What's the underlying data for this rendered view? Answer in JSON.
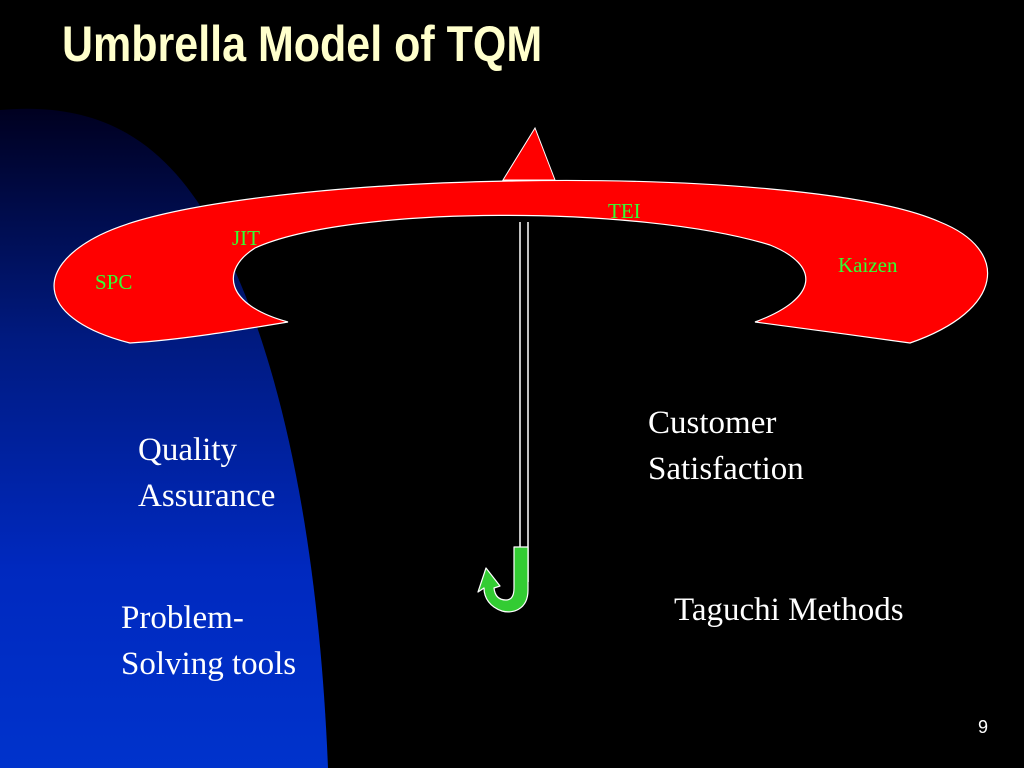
{
  "slide": {
    "title": "Umbrella Model of TQM",
    "page_number": "9"
  },
  "umbrella": {
    "labels": {
      "spc": "SPC",
      "jit": "JIT",
      "tei": "TEI",
      "kaizen": "Kaizen"
    }
  },
  "concepts": {
    "quality_assurance": [
      "Quality",
      "Assurance"
    ],
    "customer_satisfaction": [
      "Customer",
      "Satisfaction"
    ],
    "problem_solving_tools": [
      "Problem-",
      "Solving tools"
    ],
    "taguchi_methods": [
      "Taguchi Methods"
    ]
  },
  "colors": {
    "background": "#000000",
    "blue_panel": "#0033cc",
    "umbrella_canopy": "#ff0000",
    "handle": "#33cc33",
    "arc_label": "#33ff33",
    "title": "#ffffcc",
    "text": "#ffffff"
  }
}
